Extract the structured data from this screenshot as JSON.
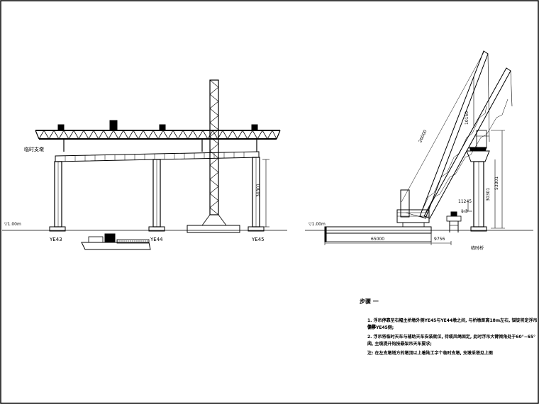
{
  "drawing": {
    "labels": {
      "temp_support": "临时支墩",
      "elev_left": "▽1.00m",
      "elev_right": "▽1.00m",
      "pier_ye43": "YE43",
      "pier_ye44": "YE44",
      "pier_ye45": "YE45",
      "pier_right": "临时桥"
    },
    "dims": {
      "pier_height_left": "30301",
      "boom_length": "26000",
      "boom_tip_a": "10150",
      "right_pier_height": "30301",
      "right_pier_total": "53301",
      "barge_length": "65000",
      "barge_gap": "9756",
      "small_dim": "11245",
      "angle": "1:3"
    }
  },
  "notes": {
    "title": "步骤 一",
    "line1": "1. 浮吊停靠至右幅主桥墩外侧YE45与YE44墩之间, 与桥墩距离18m左右, 锚锭将定浮吊停靠",
    "line1b": "偏移YE45侧;",
    "line2": "2. 浮吊将临时天车与辅助天车安装就位, 待缆风绳固定, 此时浮吊大臂倾角处于60°~65° 之",
    "line2b": "间, 主缆提升钩按悬架吊天车要求;",
    "line3": "注: 在左支墩塔方的墩顶以上着陆工字个临时支墩, 支墩采塔见上图"
  }
}
